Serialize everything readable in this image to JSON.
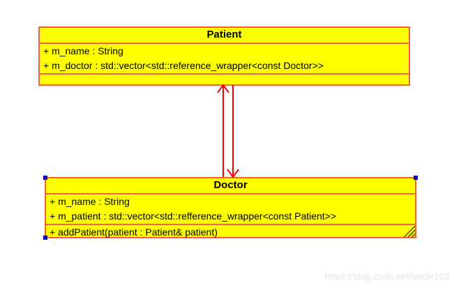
{
  "diagram": {
    "type": "uml-class-diagram",
    "background_color": "#ffffff",
    "class_fill_color": "#ffff00",
    "class_border_color": "#f4613a",
    "relation_color": "#ff0000",
    "selection_handle_color": "#0000cc",
    "classes": [
      {
        "id": "patient",
        "name": "Patient",
        "attributes": [
          "+ m_name : String",
          "+ m_doctor : std::vector<std::reference_wrapper<const Doctor>>"
        ],
        "operations": [],
        "selected": false
      },
      {
        "id": "doctor",
        "name": "Doctor",
        "attributes": [
          "+ m_name : String",
          "+ m_patient : std::vector<std::refference_wrapper<const Patient>>"
        ],
        "operations": [
          "+ addPatient(patient : Patient& patient)"
        ],
        "selected": true
      }
    ],
    "relations": [
      {
        "id": "doctor-to-patient",
        "from": "Doctor",
        "to": "Patient",
        "kind": "association",
        "arrowhead": "open",
        "direction": "up"
      },
      {
        "id": "patient-to-doctor",
        "from": "Patient",
        "to": "Doctor",
        "kind": "association",
        "arrowhead": "open",
        "direction": "down"
      }
    ]
  },
  "watermark": {
    "text": "https://blog.csdn.net/uncle103"
  }
}
